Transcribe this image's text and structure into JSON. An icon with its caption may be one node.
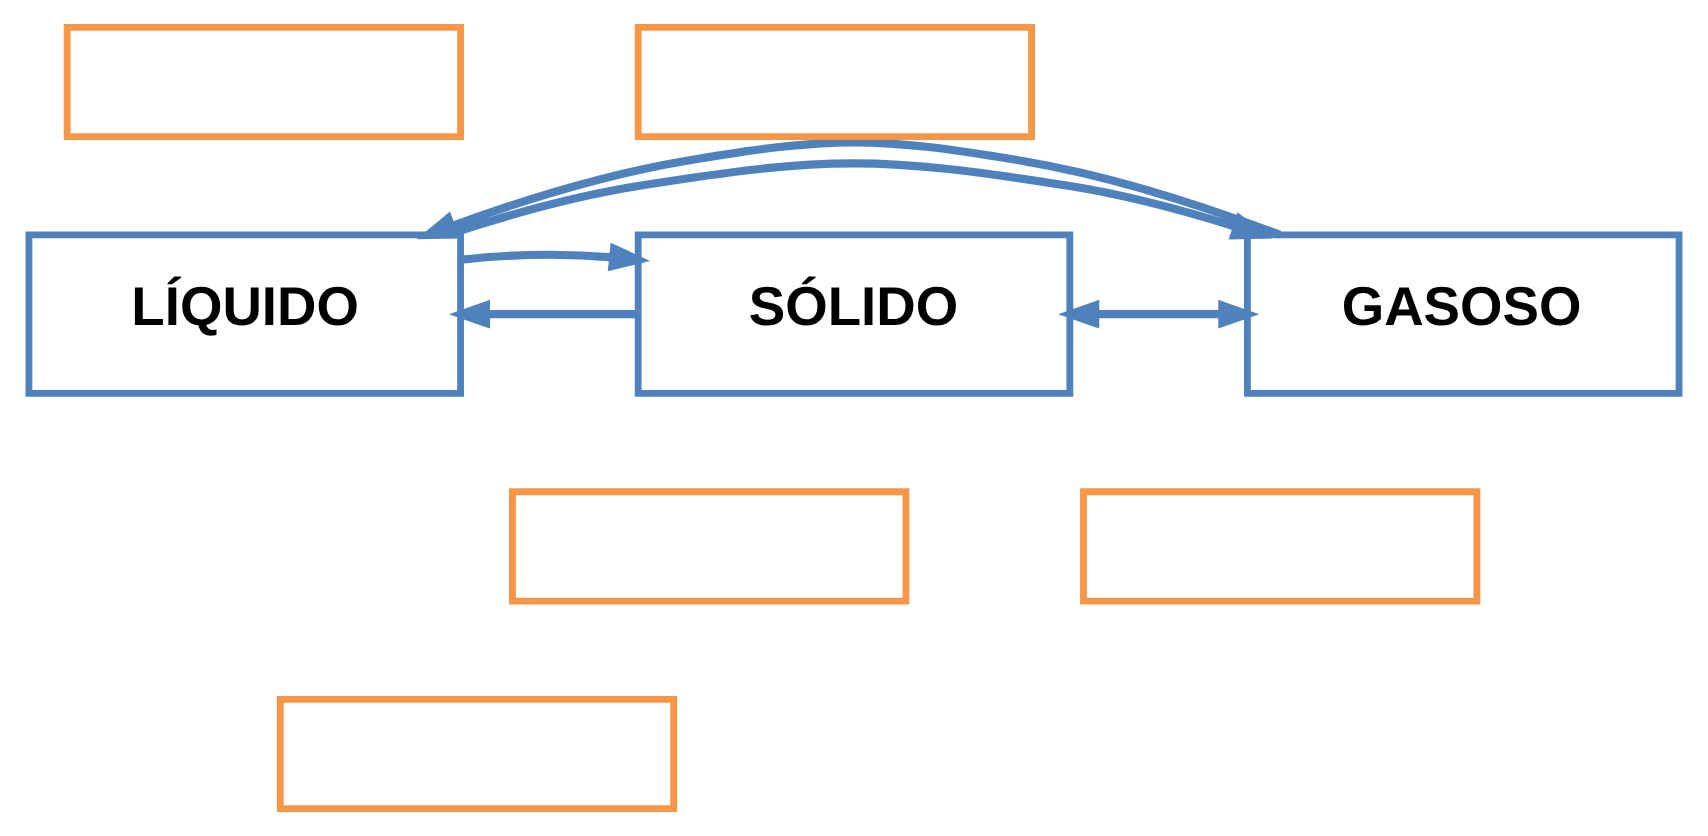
{
  "diagram": {
    "nodes": [
      {
        "text": [
          "SÓLIDO"
        ]
      },
      {
        "text": [
          "LÍQUIDO"
        ]
      },
      {
        "text": [
          "GASOSO"
        ]
      },
      {
        "text": [],
        "shape": "box"
      },
      {
        "text": [],
        "shape": "box"
      },
      {
        "text": [],
        "shape": "box"
      },
      {
        "text": [],
        "shape": "box"
      },
      {
        "text": [],
        "shape": "box"
      }
    ],
    "edges": [
      {
        "from": 0,
        "to": 1,
        "arrow": "to"
      },
      {
        "from": 1,
        "to": 2,
        "arrow": "to"
      },
      {
        "from": 1,
        "to": 0,
        "arrow": "to"
      },
      {
        "from": 2,
        "to": 1,
        "arrow": "to"
      },
      {
        "from": 0,
        "to": 2,
        "arrow": "both"
      }
    ]
  }
}
